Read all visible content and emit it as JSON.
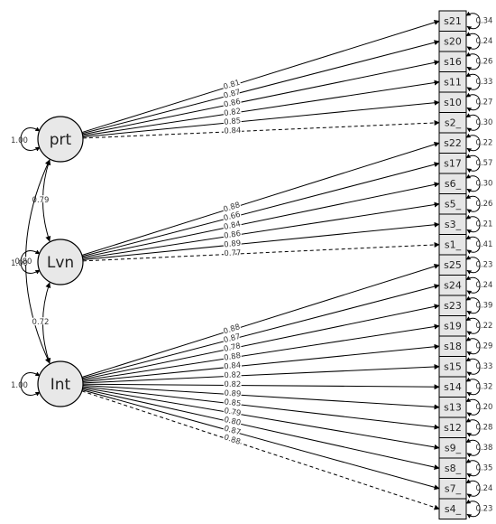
{
  "latents": [
    {
      "id": "prt",
      "label": "prt",
      "variance": "1.00"
    },
    {
      "id": "lvn",
      "label": "Lvn",
      "variance": "1.00"
    },
    {
      "id": "int",
      "label": "Int",
      "variance": "1.00"
    }
  ],
  "correlations": [
    {
      "from": "prt",
      "to": "lvn",
      "label": "0.79"
    },
    {
      "from": "prt",
      "to": "int",
      "label": "0.80"
    },
    {
      "from": "lvn",
      "to": "int",
      "label": "0.72"
    }
  ],
  "indicators": [
    {
      "label": "s21",
      "residual": "0.34"
    },
    {
      "label": "s20",
      "residual": "0.24"
    },
    {
      "label": "s16",
      "residual": "0.26"
    },
    {
      "label": "s11",
      "residual": "0.33"
    },
    {
      "label": "s10",
      "residual": "0.27"
    },
    {
      "label": "s2_",
      "residual": "0.30"
    },
    {
      "label": "s22",
      "residual": "0.22"
    },
    {
      "label": "s17",
      "residual": "0.57"
    },
    {
      "label": "s6_",
      "residual": "0.30"
    },
    {
      "label": "s5_",
      "residual": "0.26"
    },
    {
      "label": "s3_",
      "residual": "0.21"
    },
    {
      "label": "s1_",
      "residual": "0.41"
    },
    {
      "label": "s25",
      "residual": "0.23"
    },
    {
      "label": "s24",
      "residual": "0.24"
    },
    {
      "label": "s23",
      "residual": "0.39"
    },
    {
      "label": "s19",
      "residual": "0.22"
    },
    {
      "label": "s18",
      "residual": "0.29"
    },
    {
      "label": "s15",
      "residual": "0.33"
    },
    {
      "label": "s14",
      "residual": "0.32"
    },
    {
      "label": "s13",
      "residual": "0.20"
    },
    {
      "label": "s12",
      "residual": "0.28"
    },
    {
      "label": "s9_",
      "residual": "0.38"
    },
    {
      "label": "s8_",
      "residual": "0.35"
    },
    {
      "label": "s7_",
      "residual": "0.24"
    },
    {
      "label": "s4_",
      "residual": "0.23"
    }
  ],
  "loadings": [
    {
      "factor": "prt",
      "indicator": "s21",
      "label": "0.81",
      "fixed": false
    },
    {
      "factor": "prt",
      "indicator": "s20",
      "label": "0.87",
      "fixed": false
    },
    {
      "factor": "prt",
      "indicator": "s16",
      "label": "0.86",
      "fixed": false
    },
    {
      "factor": "prt",
      "indicator": "s11",
      "label": "0.82",
      "fixed": false
    },
    {
      "factor": "prt",
      "indicator": "s10",
      "label": "0.85",
      "fixed": false
    },
    {
      "factor": "prt",
      "indicator": "s2_",
      "label": "0.84",
      "fixed": true
    },
    {
      "factor": "lvn",
      "indicator": "s22",
      "label": "0.88",
      "fixed": false
    },
    {
      "factor": "lvn",
      "indicator": "s17",
      "label": "0.66",
      "fixed": false
    },
    {
      "factor": "lvn",
      "indicator": "s6_",
      "label": "0.84",
      "fixed": false
    },
    {
      "factor": "lvn",
      "indicator": "s5_",
      "label": "0.86",
      "fixed": false
    },
    {
      "factor": "lvn",
      "indicator": "s3_",
      "label": "0.89",
      "fixed": false
    },
    {
      "factor": "lvn",
      "indicator": "s1_",
      "label": "0.77",
      "fixed": true
    },
    {
      "factor": "int",
      "indicator": "s25",
      "label": "0.88",
      "fixed": false
    },
    {
      "factor": "int",
      "indicator": "s24",
      "label": "0.87",
      "fixed": false
    },
    {
      "factor": "int",
      "indicator": "s23",
      "label": "0.78",
      "fixed": false
    },
    {
      "factor": "int",
      "indicator": "s19",
      "label": "0.88",
      "fixed": false
    },
    {
      "factor": "int",
      "indicator": "s18",
      "label": "0.84",
      "fixed": false
    },
    {
      "factor": "int",
      "indicator": "s15",
      "label": "0.82",
      "fixed": false
    },
    {
      "factor": "int",
      "indicator": "s14",
      "label": "0.82",
      "fixed": false
    },
    {
      "factor": "int",
      "indicator": "s13",
      "label": "0.89",
      "fixed": false
    },
    {
      "factor": "int",
      "indicator": "s12",
      "label": "0.85",
      "fixed": false
    },
    {
      "factor": "int",
      "indicator": "s9_",
      "label": "0.79",
      "fixed": false
    },
    {
      "factor": "int",
      "indicator": "s8_",
      "label": "0.80",
      "fixed": false
    },
    {
      "factor": "int",
      "indicator": "s7_",
      "label": "0.87",
      "fixed": false
    },
    {
      "factor": "int",
      "indicator": "s4_",
      "label": "0.88",
      "fixed": true
    }
  ],
  "colors": {
    "line": "#000000",
    "node_fill": "#e8e8e8",
    "box_fill": "#e6e6e6",
    "text": "#222222"
  }
}
